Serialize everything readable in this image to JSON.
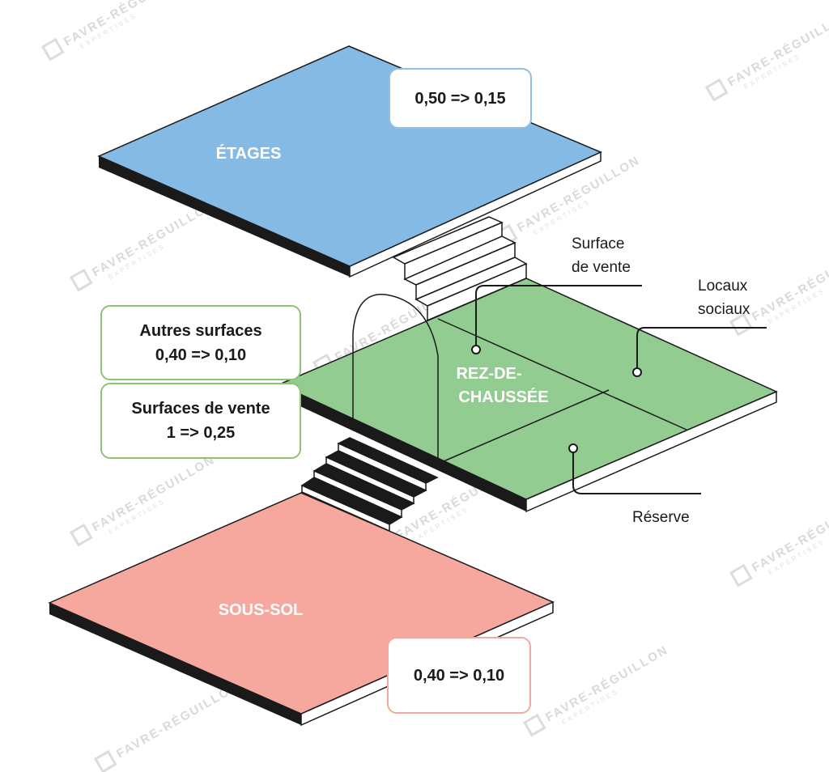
{
  "floors": {
    "etages": {
      "label": "ÉTAGES",
      "coefficient": "0,50 => 0,15",
      "color": "#85bae5"
    },
    "rdc": {
      "label_line1": "REZ-DE-",
      "label_line2": "CHAUSSÉE",
      "color": "#92cc90"
    },
    "sous_sol": {
      "label": "SOUS-SOL",
      "coefficient": "0,40 => 0,10",
      "color": "#f6a89e"
    }
  },
  "rdc_boxes": {
    "autres_surfaces": {
      "line1": "Autres surfaces",
      "line2": "0,40 => 0,10"
    },
    "surfaces_de_vente": {
      "line1": "Surfaces de vente",
      "line2": "1 => 0,25"
    }
  },
  "callouts": {
    "surface_de_vente": {
      "line1": "Surface",
      "line2": "de vente"
    },
    "locaux_sociaux": {
      "line1": "Locaux",
      "line2": "sociaux"
    },
    "reserve": {
      "line1": "Réserve"
    }
  },
  "watermark": {
    "brand": "FAVRE-RÉGUILLON",
    "sub": "EXPERTISES"
  }
}
